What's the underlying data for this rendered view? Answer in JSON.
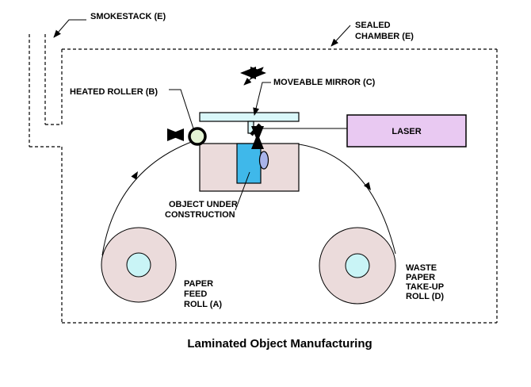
{
  "title": "Laminated Object Manufacturing",
  "labels": {
    "smokestack": "SMOKESTACK (E)",
    "sealed_chamber": {
      "line1": "SEALED",
      "line2": "CHAMBER (E)"
    },
    "heated_roller": "HEATED ROLLER (B)",
    "moveable_mirror": "MOVEABLE MIRROR (C)",
    "laser": "LASER",
    "object_under_construction": {
      "line1": "OBJECT UNDER",
      "line2": "CONSTRUCTION"
    },
    "paper_feed_roll": {
      "line1": "PAPER",
      "line2": "FEED",
      "line3": "ROLL (A)"
    },
    "waste_paper_roll": {
      "line1": "WASTE",
      "line2": "PAPER",
      "line3": "TAKE-UP",
      "line4": "ROLL (D)"
    }
  },
  "colors": {
    "line_black": "#000000",
    "platform_pink": "#EBDBDB",
    "roll_pink": "#EBDBDB",
    "roll_core_cyan": "#C9F4F6",
    "rail_cyan": "#D9F7F9",
    "roller_green": "#E4F4D5",
    "object_blue": "#3FB8EA",
    "ellipse_lilac": "#A9B4EA",
    "laser_violet": "#E9C9F2"
  }
}
